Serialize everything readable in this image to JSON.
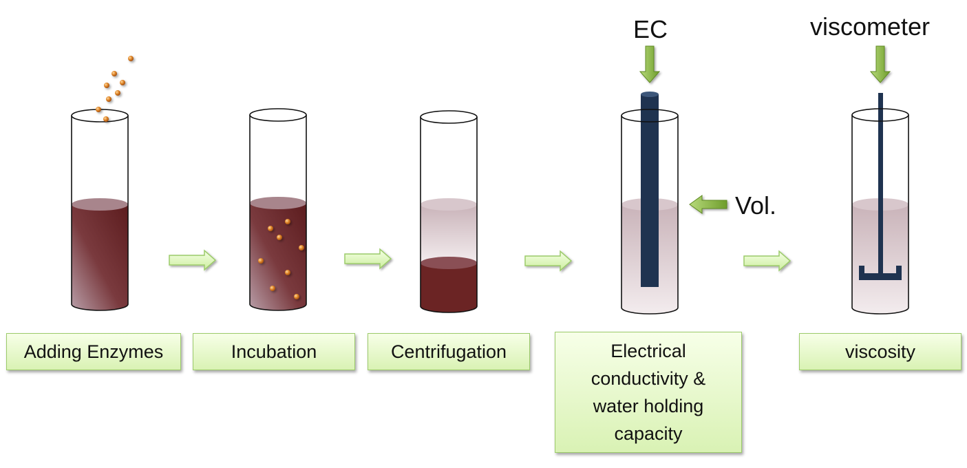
{
  "steps": [
    {
      "label": "Adding Enzymes"
    },
    {
      "label": "Incubation"
    },
    {
      "label": "Centrifugation"
    },
    {
      "label": "Electrical conductivity & water holding capacity"
    },
    {
      "label": "viscosity"
    }
  ],
  "annotations": {
    "ec": "EC",
    "viscometer": "viscometer",
    "volume": "Vol."
  },
  "colors": {
    "sample_dark": "#6b2424",
    "supernatant": "#dccbd0",
    "probe": "#1f3350",
    "bead": "#d9731f",
    "arrow_green": "#8cc63f",
    "label_fill": "#e6f7cf",
    "label_border": "#9ccb6a"
  },
  "icons": [
    "flow-arrow-icon",
    "pointer-arrow-icon",
    "test-tube-icon",
    "enzyme-bead-icon",
    "probe-icon",
    "viscometer-spindle-icon"
  ]
}
